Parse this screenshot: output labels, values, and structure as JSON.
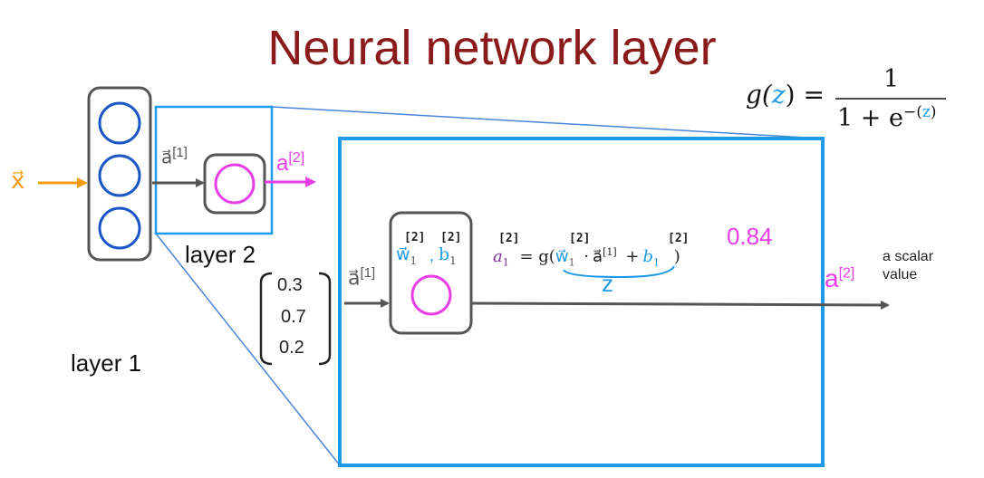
{
  "title": "Neural network layer",
  "formula": {
    "lhs": "g(",
    "var": "z",
    "rhs": ") =",
    "numerator": "1",
    "den_pre": "1 + e",
    "exp_pre": "−(",
    "exp_var": "z",
    "exp_post": ")"
  },
  "input_label": "x⃗",
  "layer1_label": "layer 1",
  "layer2_label": "layer 2",
  "a1_label": "a⃗",
  "a1_sup": "[1]",
  "a2_label": "a",
  "a2_sup": "[2]",
  "vector_values": [
    "0.3",
    "0.7",
    "0.2"
  ],
  "zoom": {
    "a1_label": "a⃗",
    "a1_sup": "[1]",
    "w_label": "w⃗",
    "w_sub": "1",
    "w_sup": "[2]",
    "b_label": "b",
    "b_sub": "1",
    "b_sup": "[2]",
    "comma": ",",
    "eq_a": "a",
    "eq_a_sub": "1",
    "eq_a_sup": "[2]",
    "eq_mid": "= g(",
    "eq_w": "w⃗",
    "eq_w_sub": "1",
    "eq_w_sup": "[2]",
    "eq_dot": "·",
    "eq_a1": "a⃗",
    "eq_a1_sup": "[1]",
    "eq_plus": "+",
    "eq_b": "b",
    "eq_b_sub": "1",
    "eq_b_sup": "[2]",
    "eq_close": ")",
    "z_label": "z",
    "value": "0.84",
    "out_a": "a",
    "out_sup": "[2]",
    "scalar_line1": "a scalar",
    "scalar_line2": "value"
  },
  "colors": {
    "title": "#8b1a1a",
    "orange": "#f39c12",
    "magenta": "#e83ee8",
    "blue_node": "#1a56c4",
    "cyan": "#1e9be8",
    "blue_line": "#4a86d8",
    "gray": "#555555",
    "purple": "#7a2a9a"
  }
}
